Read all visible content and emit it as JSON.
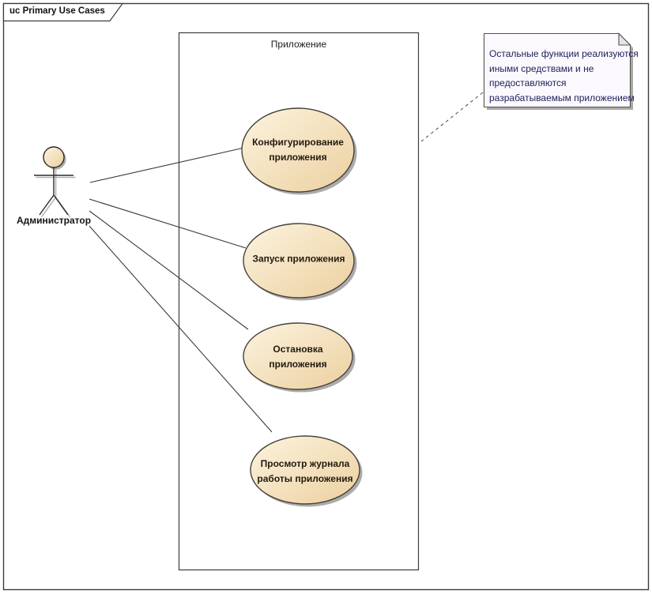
{
  "diagram": {
    "frame_label": "uc Primary Use Cases",
    "boundary": {
      "label": "Приложение"
    },
    "actor": {
      "label": "Администратор"
    },
    "use_cases": [
      {
        "label": "Конфигурирование\nприложения"
      },
      {
        "label": "Запуск приложения"
      },
      {
        "label": "Остановка\nприложения"
      },
      {
        "label": "Просмотр журнала\nработы приложения"
      }
    ],
    "note": {
      "text": "Остальные функции реализуются\nиными средствами и не\nпредоставляются\nразрабатываемым приложением"
    },
    "colors": {
      "ellipse_fill_light": "#FCF3DE",
      "ellipse_fill_dark": "#ECD0A0",
      "ellipse_border": "#46403a",
      "note_fill": "#FBF9FD",
      "note_fold": "#E7E3EB",
      "note_border": "#55554e",
      "note_text": "#21215B",
      "shadow": "#ABABAB",
      "line": "#3a3a3a",
      "frame_border": "#3c3c3c"
    }
  }
}
